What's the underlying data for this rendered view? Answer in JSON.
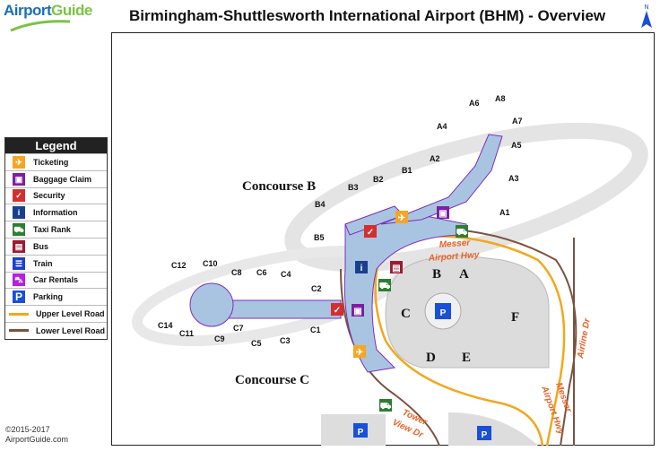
{
  "logo": {
    "part1": "Airport",
    "part2": "Guide"
  },
  "title": "Birmingham-Shuttlesworth International Airport (BHM) - Overview",
  "north": "N",
  "legend": {
    "title": "Legend",
    "items": [
      {
        "label": "Ticketing",
        "color": "#f5a623",
        "glyph": "✈"
      },
      {
        "label": "Baggage Claim",
        "color": "#7b1fa2",
        "glyph": "▣"
      },
      {
        "label": "Security",
        "color": "#d32f2f",
        "glyph": "✓"
      },
      {
        "label": "Information",
        "color": "#1a3f8f",
        "glyph": "i"
      },
      {
        "label": "Taxi Rank",
        "color": "#2e7d32",
        "glyph": "⛟"
      },
      {
        "label": "Bus",
        "color": "#9b1b30",
        "glyph": "▤"
      },
      {
        "label": "Train",
        "color": "#1e40c8",
        "glyph": "☰"
      },
      {
        "label": "Car Rentals",
        "color": "#b620e0",
        "glyph": "⛍"
      },
      {
        "label": "Parking",
        "color": "#1a4fd8",
        "glyph": "P"
      },
      {
        "label": "Upper Level Road",
        "color": "#f2a81d"
      },
      {
        "label": "Lower Level  Road",
        "color": "#7a5240"
      }
    ]
  },
  "concourses": {
    "b": "Concourse B",
    "c": "Concourse C"
  },
  "gates": [
    "A1",
    "A2",
    "A3",
    "A4",
    "A5",
    "A6",
    "A7",
    "A8",
    "B1",
    "B2",
    "B3",
    "B4",
    "B5",
    "C1",
    "C2",
    "C3",
    "C4",
    "C5",
    "C6",
    "C7",
    "C8",
    "C9",
    "C10",
    "C11",
    "C12",
    "C14"
  ],
  "lots": [
    "A",
    "B",
    "C",
    "D",
    "E",
    "F"
  ],
  "roads": {
    "messer1": "Messer",
    "messer2": "Airport Hwy",
    "messer3": "Messer",
    "messer4": "Airport Hwy",
    "tower1": "Tower",
    "tower2": "View Dr",
    "airline": "Airline Dr"
  },
  "copyright": {
    "line1": "©2015-2017",
    "line2": "AirportGuide.com"
  }
}
